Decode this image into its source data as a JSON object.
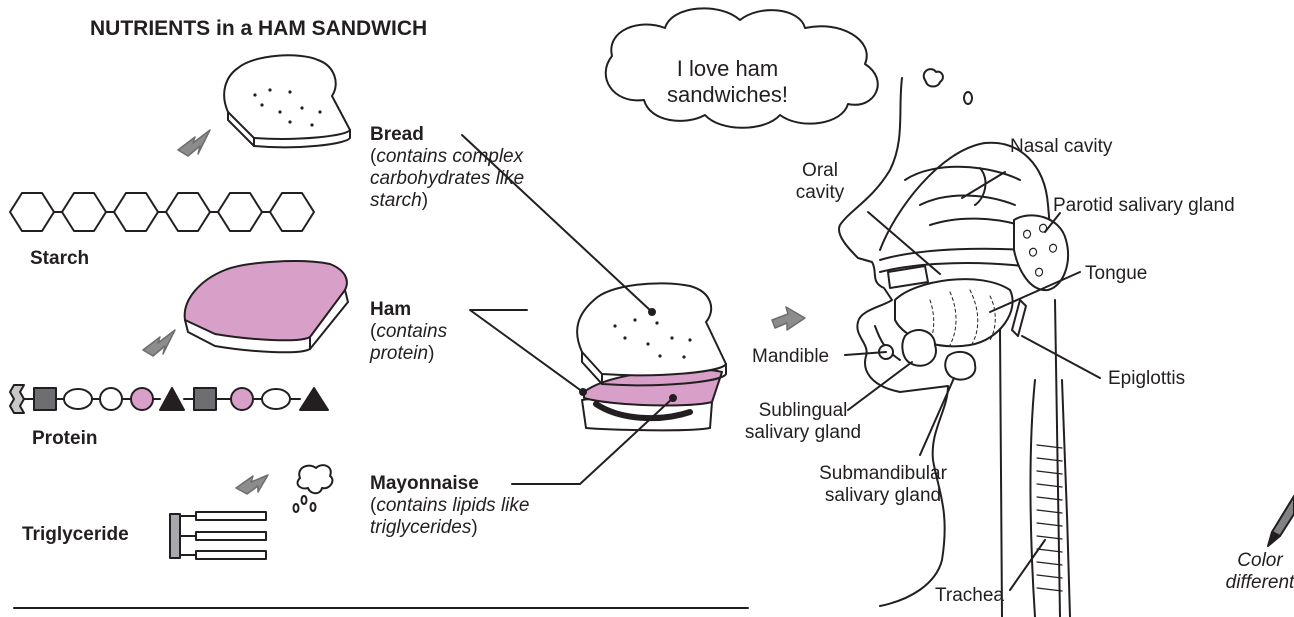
{
  "title": "NUTRIENTS in a HAM SANDWICH",
  "molecules": {
    "starch": "Starch",
    "protein": "Protein",
    "triglyceride": "Triglyceride"
  },
  "food_labels": {
    "bread": {
      "name": "Bread",
      "desc_open": "(",
      "desc_italic": "contains complex carbohydrates like starch",
      "desc_close": ")"
    },
    "ham": {
      "name": "Ham",
      "desc_open": "(",
      "desc_italic": "contains protein",
      "desc_close": ")"
    },
    "mayo": {
      "name": "Mayonnaise",
      "desc_open": "(",
      "desc_italic": "contains lipids like triglycerides",
      "desc_close": ")"
    }
  },
  "speech_bubble": "I love ham sandwiches!",
  "anatomy": {
    "nasal_cavity": "Nasal cavity",
    "oral_cavity": "Oral cavity",
    "parotid": "Parotid salivary gland",
    "tongue": "Tongue",
    "mandible": "Mandible",
    "epiglottis": "Epiglottis",
    "sublingual": "Sublingual salivary gland",
    "submandibular": "Submandibular salivary gland",
    "trachea": "Trachea"
  },
  "color_note": "Color different",
  "colors": {
    "ham_pink": "#d8a0c8",
    "square_gray": "#6d6e71",
    "ink": "#231f20"
  }
}
